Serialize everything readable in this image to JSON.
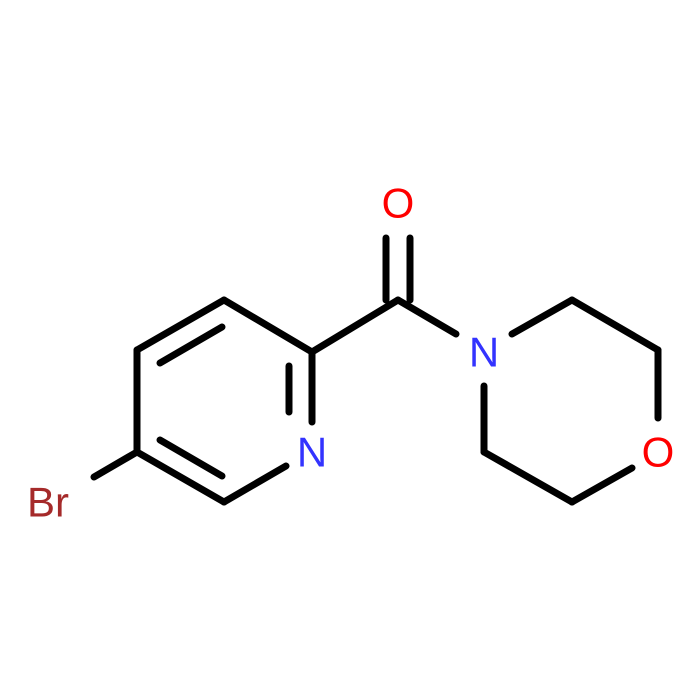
{
  "molecule": {
    "atoms": {
      "oxygen_carbonyl": {
        "symbol": "O",
        "color": "#ff0000"
      },
      "nitrogen_amide": {
        "symbol": "N",
        "color": "#3333ff"
      },
      "oxygen_ring": {
        "symbol": "O",
        "color": "#ff0000"
      },
      "nitrogen_pyridine": {
        "symbol": "N",
        "color": "#3333ff"
      },
      "bromine": {
        "symbol": "Br",
        "color": "#a52a2a"
      }
    },
    "bond_color": "#000000"
  }
}
